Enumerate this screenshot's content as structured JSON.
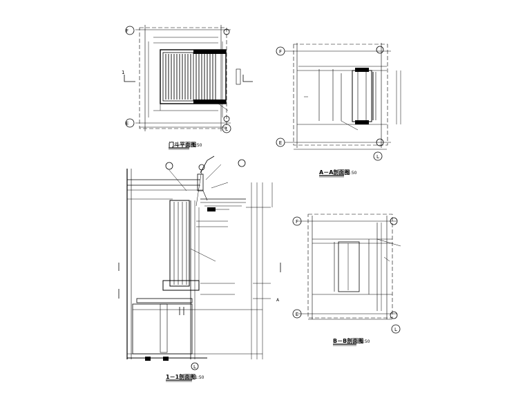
{
  "drawings": {
    "plan": {
      "title": "门斗平面图",
      "scale": "1:50",
      "axis_top": "F",
      "axis_bottom": "E",
      "axis_right": "L",
      "section_mark": "1"
    },
    "section_aa": {
      "title": "A－A剖面图",
      "scale": "1:50",
      "axis_top": "F",
      "axis_bottom": "E",
      "axis_right": "L"
    },
    "section_11": {
      "title": "1－1剖面图",
      "scale": "1:50",
      "axis_bottom": "L",
      "level_mark": "A"
    },
    "section_bb": {
      "title": "B－B剖面图",
      "scale": "1:50",
      "axis_top": "F",
      "axis_bottom": "E",
      "axis_right": "L"
    }
  }
}
